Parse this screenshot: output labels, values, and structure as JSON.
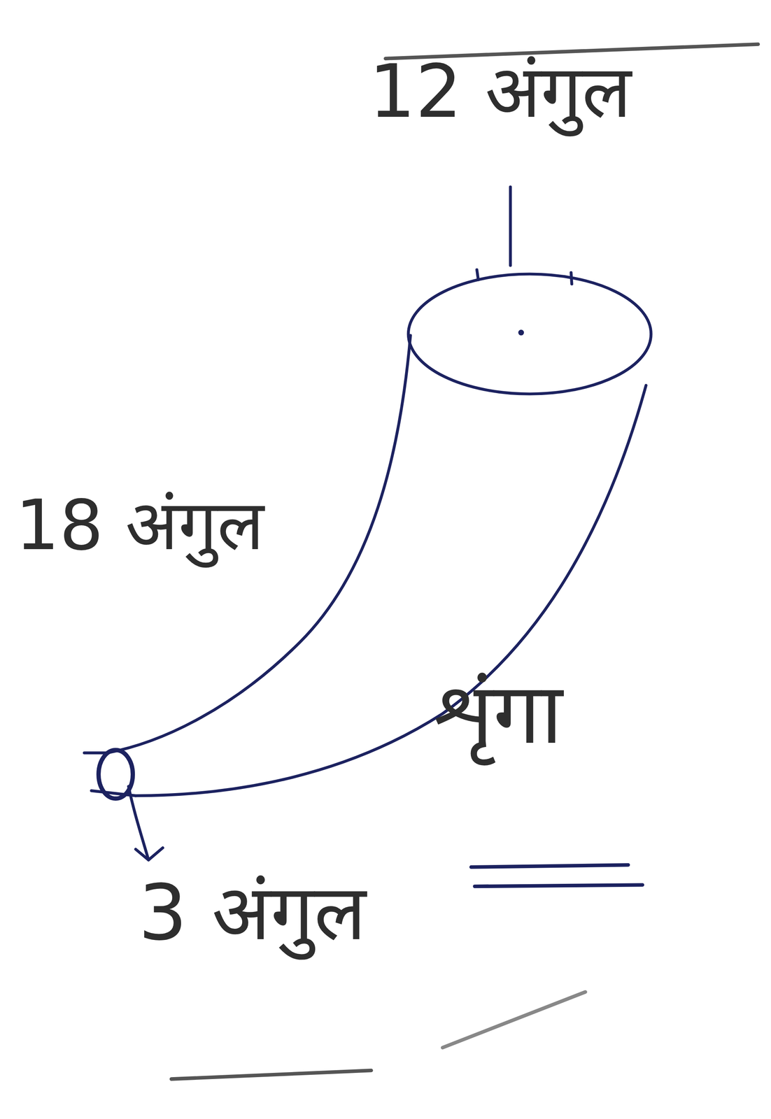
{
  "diagram": {
    "labels": [
      "12 अंगुल",
      "18 अंगुल",
      "शृंगा",
      "3 अंगुल"
    ]
  }
}
